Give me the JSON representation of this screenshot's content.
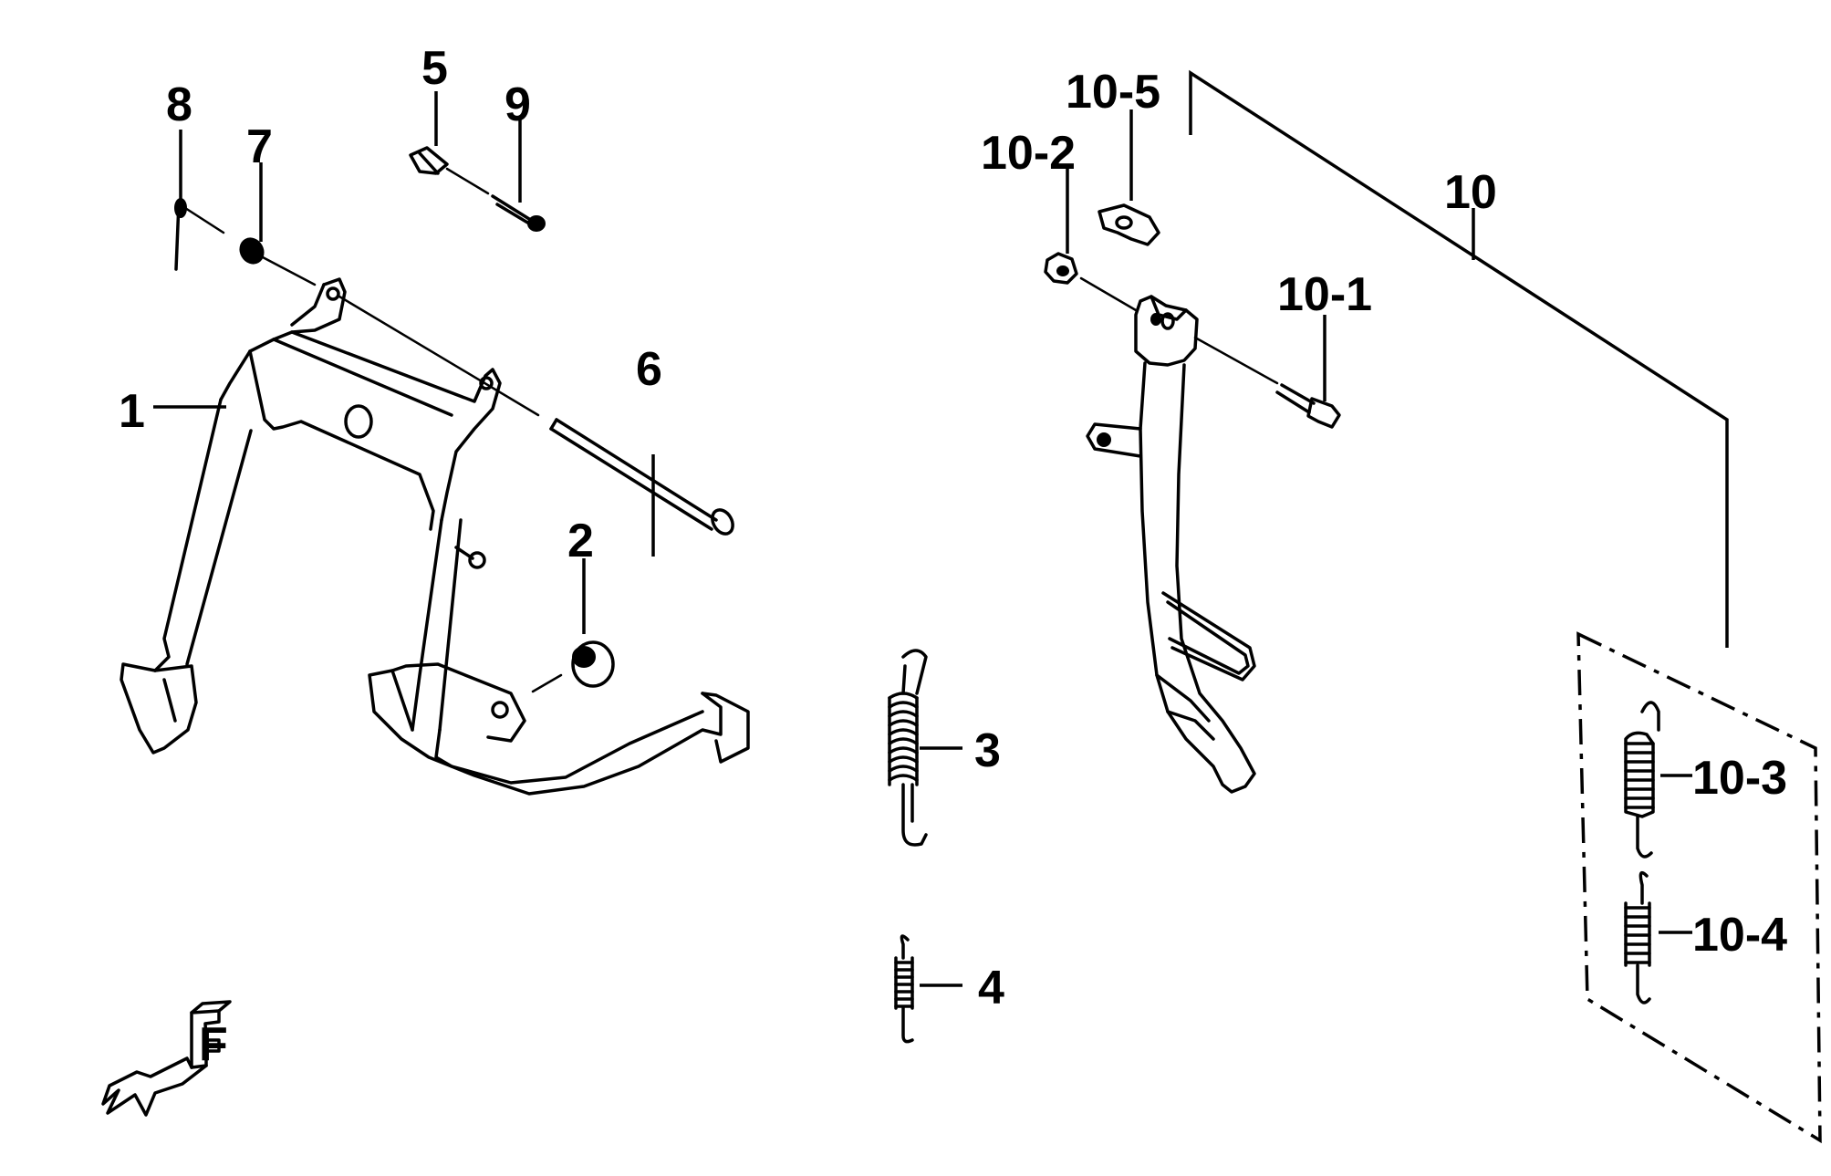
{
  "labels": {
    "p1": "1",
    "p2": "2",
    "p3": "3",
    "p4": "4",
    "p5": "5",
    "p6": "6",
    "p7": "7",
    "p8": "8",
    "p9": "9",
    "p10": "10",
    "p10_1": "10-1",
    "p10_2": "10-2",
    "p10_3": "10-3",
    "p10_4": "10-4",
    "p10_5": "10-5"
  },
  "direction_marker": "F"
}
